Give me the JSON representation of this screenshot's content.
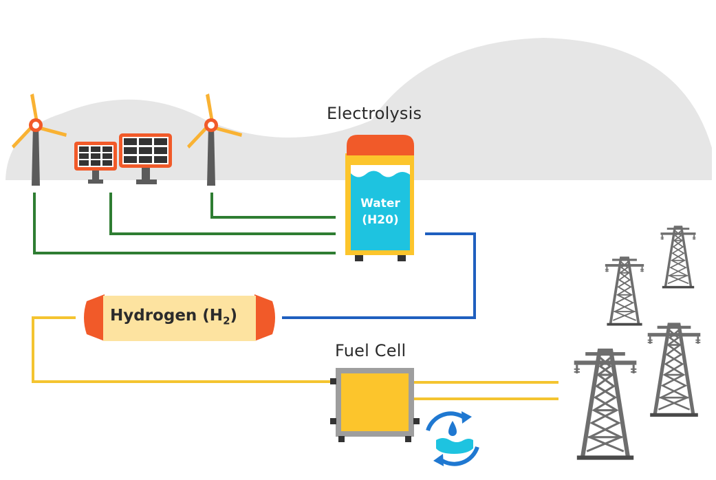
{
  "labels": {
    "electrolysis": "Electrolysis",
    "water_line1": "Water",
    "water_line2": "(H20)",
    "hydrogen_main": "Hydrogen (H",
    "hydrogen_sub": "2",
    "hydrogen_close": ")",
    "fuel_cell": "Fuel Cell"
  },
  "colors": {
    "renewable_wire": "#2e7d32",
    "water_wire": "#1f5fbf",
    "hydrogen_wire": "#f4c430",
    "power_wire": "#f4c430",
    "water_fill": "#1ec3e0",
    "tank_cap": "#f15a29",
    "hydrogen_tank_body": "#fde3a0",
    "fuel_cell_body": "#fcc52c",
    "tower_color": "#6e6e6e",
    "cloud_color": "#e6e6e6",
    "windmill_blade": "#f9b233",
    "solar_frame": "#f15a29"
  },
  "icons": [
    "wind-turbine-icon",
    "solar-panel-icon",
    "water-tank-icon",
    "hydrogen-tank-icon",
    "fuel-cell-icon",
    "water-recycle-icon",
    "transmission-tower-icon"
  ]
}
